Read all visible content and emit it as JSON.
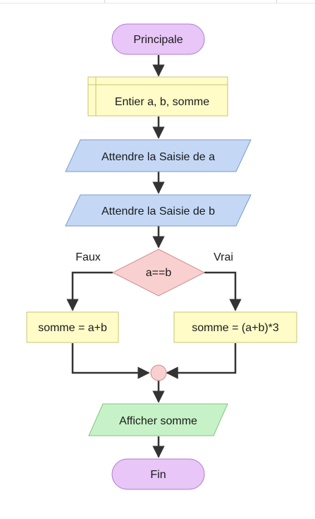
{
  "flowchart": {
    "start": "Principale",
    "declare": "Entier a, b, somme",
    "input_a": "Attendre la Saisie de a",
    "input_b": "Attendre la Saisie de b",
    "condition": "a==b",
    "false_label": "Faux",
    "true_label": "Vrai",
    "false_action": "somme = a+b",
    "true_action": "somme = (a+b)*3",
    "output": "Afficher somme",
    "end": "Fin"
  },
  "colors": {
    "terminal_fill": "#e8c6f7",
    "terminal_stroke": "#b07bcc",
    "process_fill": "#fffcc8",
    "process_stroke": "#c9c572",
    "input_fill": "#c4d8f6",
    "input_stroke": "#7c9ac9",
    "decision_fill": "#f9d0d0",
    "decision_stroke": "#d08d8d",
    "output_fill": "#c7f2c7",
    "output_stroke": "#7fc47f",
    "connector_fill": "#f9d0d0",
    "line": "#333333"
  }
}
